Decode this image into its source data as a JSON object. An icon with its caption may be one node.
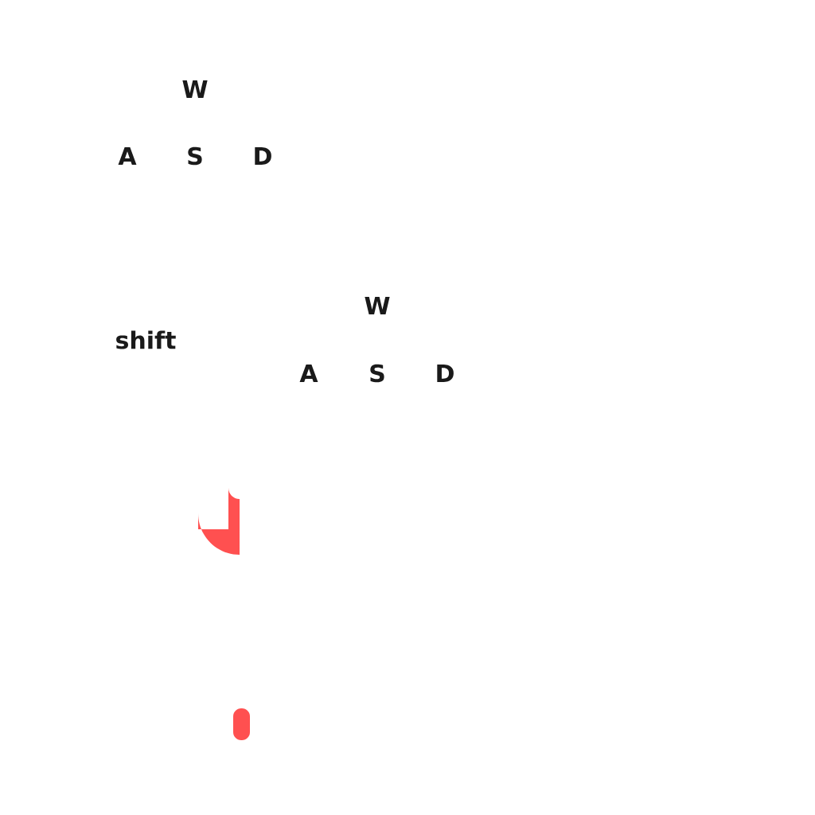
{
  "diagram": {
    "labels": [
      "W",
      "A",
      "S",
      "D",
      "W",
      "shift",
      "A",
      "S",
      "D"
    ]
  }
}
